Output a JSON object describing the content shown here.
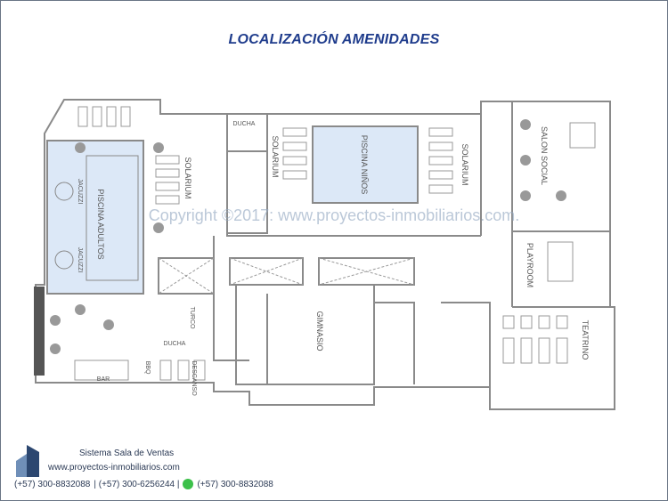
{
  "title": "LOCALIZACIÓN AMENIDADES",
  "watermark": "Copyright ©2017: www.proyectos-inmobiliarios.com.",
  "labels": {
    "piscina_adultos": "PISCINA ADULTOS",
    "jacuzzi_1": "JACUZZI",
    "jacuzzi_2": "JACUZZI",
    "solarium_1": "SOLARIUM",
    "solarium_2": "SOLARIUM",
    "solarium_3": "SOLARIUM",
    "ducha_1": "DUCHA",
    "piscina_ninos": "PISCINA NIÑOS",
    "salon_social": "SALON SOCIAL",
    "playroom": "PLAYROOM",
    "teatrino": "TEATRINO",
    "gimnasio": "GIMNASIO",
    "turco": "TURCO",
    "ducha_2": "DUCHA",
    "bbq": "BBQ",
    "bar": "BAR",
    "descanso": "DESCANSO"
  },
  "colors": {
    "title": "#1f3c8c",
    "pool": "#dce8f7",
    "wall": "#8a8a8a"
  },
  "footer": {
    "company": "Sistema Sala de Ventas",
    "website": "www.proyectos-inmobiliarios.com",
    "phone_1": "(+57) 300-8832088",
    "phone_2": "| (+57) 300-6256244 |",
    "whatsapp_icon": "whatsapp-icon",
    "phone_3": "(+57) 300-8832088"
  }
}
